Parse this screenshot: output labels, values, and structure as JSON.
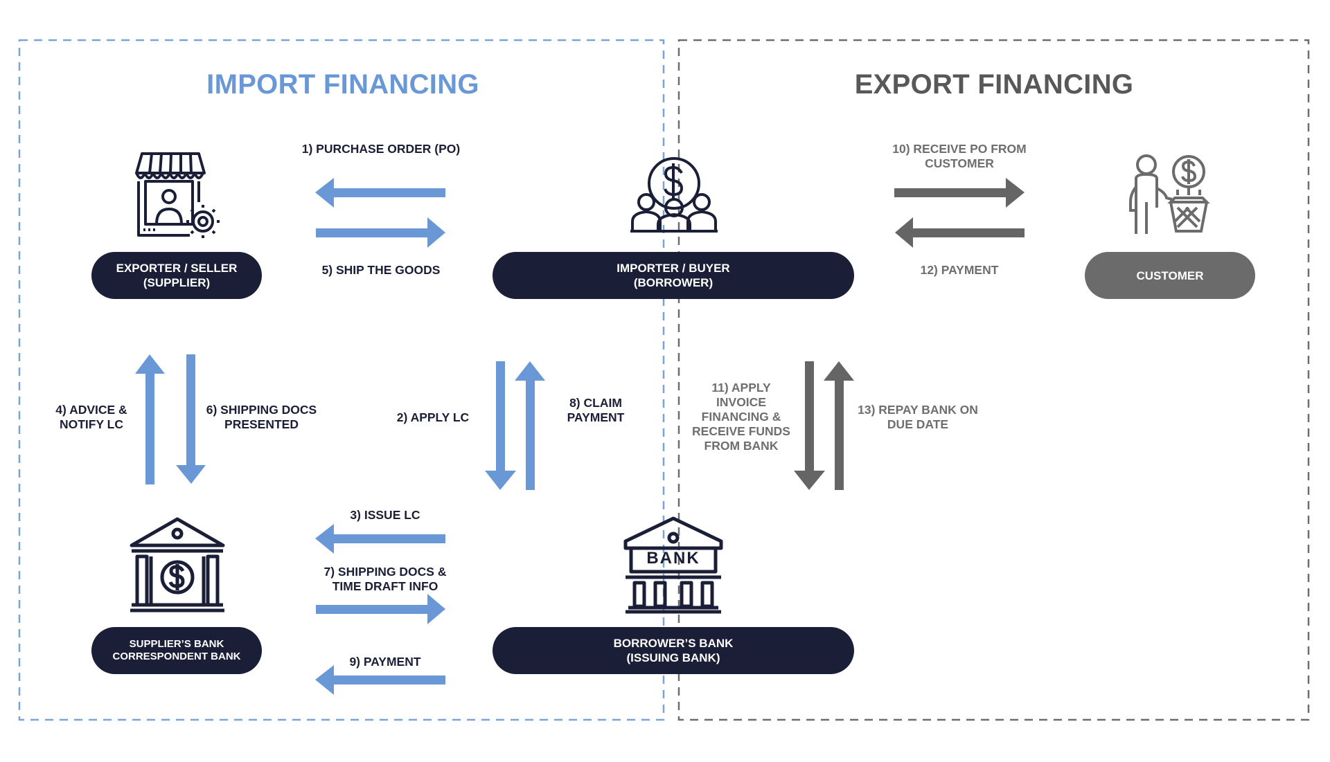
{
  "zones": {
    "import": {
      "title": "IMPORT FINANCING",
      "color": "#6a97d6"
    },
    "export": {
      "title": "EXPORT FINANCING",
      "color": "#585858"
    }
  },
  "colors": {
    "navy": "#1b1e37",
    "import_arrow": "#6a97d6",
    "export_arrow": "#656565",
    "customer_pill": "#6b6b6b"
  },
  "parties": {
    "exporter": {
      "line1": "EXPORTER /  SELLER",
      "line2": "(SUPPLIER)",
      "icon": "storefront-seller-icon"
    },
    "importer": {
      "line1": "IMPORTER / BUYER",
      "line2": "(BORROWER)",
      "icon": "group-dollar-icon"
    },
    "customer": {
      "line1": "CUSTOMER",
      "icon": "customer-basket-icon"
    },
    "suppliers_bank": {
      "line1": "SUPPLIER’S BANK",
      "line2": "CORRESPONDENT BANK",
      "icon": "bank-dollar-icon"
    },
    "borrowers_bank": {
      "line1": "BORROWER’S BANK",
      "line2": "(ISSUING BANK)",
      "icon": "bank-building-icon",
      "sign": "BANK"
    }
  },
  "steps": {
    "s1": {
      "lines": [
        "1) PURCHASE ORDER (PO)"
      ]
    },
    "s2": {
      "lines": [
        "2) APPLY LC"
      ]
    },
    "s3": {
      "lines": [
        "3) ISSUE LC"
      ]
    },
    "s4": {
      "lines": [
        "4) ADVICE &",
        "NOTIFY LC"
      ]
    },
    "s5": {
      "lines": [
        "5) SHIP THE GOODS"
      ]
    },
    "s6": {
      "lines": [
        "6) SHIPPING DOCS",
        "PRESENTED"
      ]
    },
    "s7": {
      "lines": [
        "7) SHIPPING DOCS &",
        "TIME DRAFT INFO"
      ]
    },
    "s8": {
      "lines": [
        "8) CLAIM",
        "PAYMENT"
      ]
    },
    "s9": {
      "lines": [
        "9) PAYMENT"
      ]
    },
    "s10": {
      "lines": [
        "10) RECEIVE PO FROM",
        "CUSTOMER"
      ]
    },
    "s11": {
      "lines": [
        "11) APPLY",
        "INVOICE",
        "FINANCING &",
        "RECEIVE FUNDS",
        "FROM BANK"
      ]
    },
    "s12": {
      "lines": [
        "12) PAYMENT"
      ]
    },
    "s13": {
      "lines": [
        "13) REPAY BANK ON",
        "DUE DATE"
      ]
    }
  }
}
